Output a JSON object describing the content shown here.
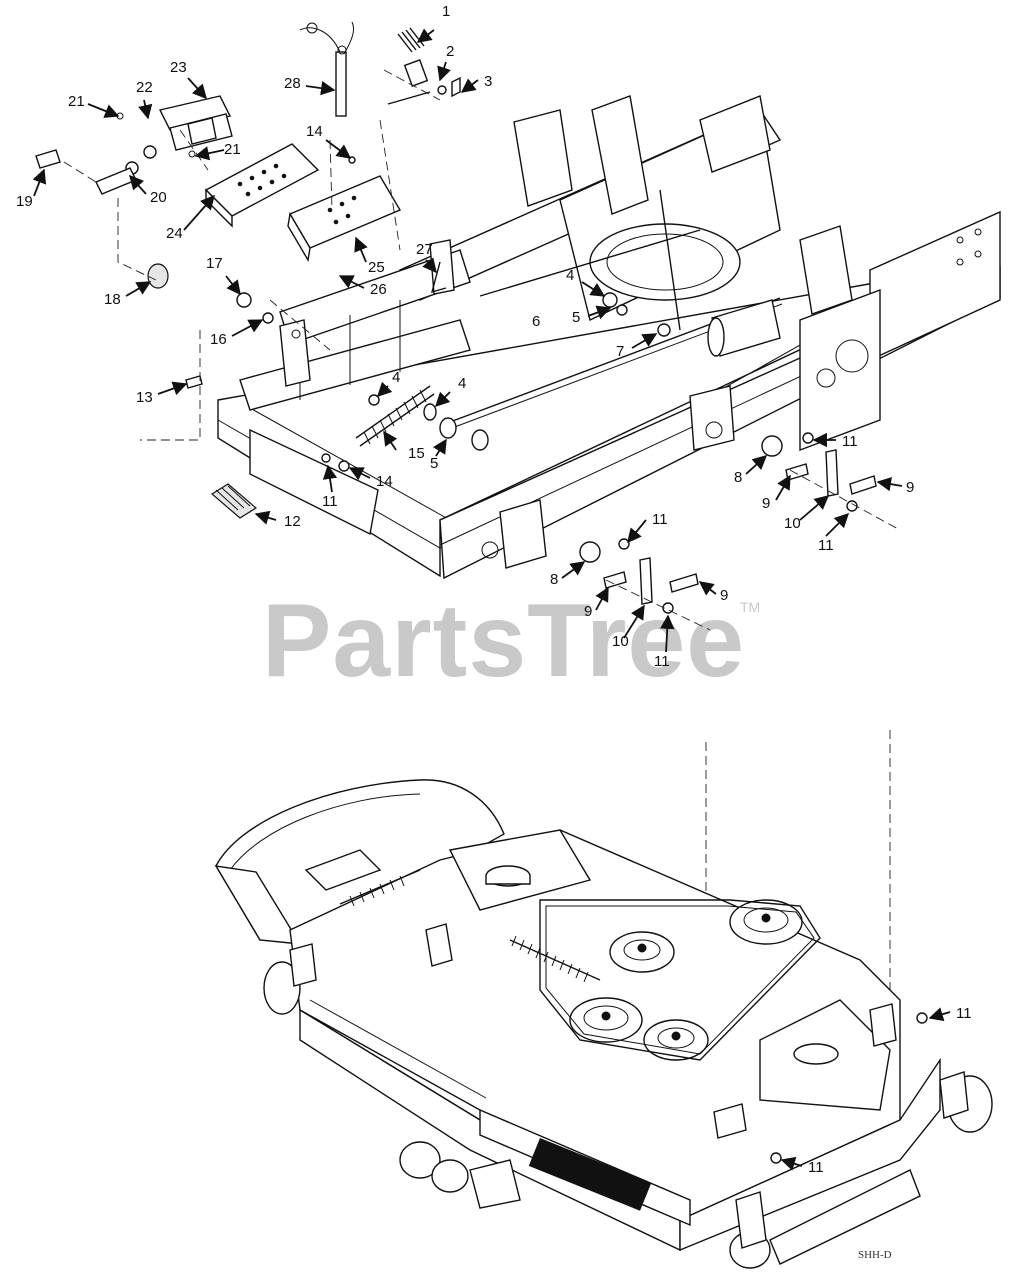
{
  "watermark": {
    "brand": "PartsTree",
    "trademark": "TM"
  },
  "diagram_code": "SHH-D",
  "callouts": [
    {
      "label": "1"
    },
    {
      "label": "2"
    },
    {
      "label": "3"
    },
    {
      "label": "4"
    },
    {
      "label": "4"
    },
    {
      "label": "4"
    },
    {
      "label": "5"
    },
    {
      "label": "5"
    },
    {
      "label": "6"
    },
    {
      "label": "7"
    },
    {
      "label": "8"
    },
    {
      "label": "8"
    },
    {
      "label": "9"
    },
    {
      "label": "9"
    },
    {
      "label": "9"
    },
    {
      "label": "9"
    },
    {
      "label": "10"
    },
    {
      "label": "10"
    },
    {
      "label": "11"
    },
    {
      "label": "11"
    },
    {
      "label": "11"
    },
    {
      "label": "11"
    },
    {
      "label": "11"
    },
    {
      "label": "11"
    },
    {
      "label": "11"
    },
    {
      "label": "12"
    },
    {
      "label": "13"
    },
    {
      "label": "14"
    },
    {
      "label": "14"
    },
    {
      "label": "15"
    },
    {
      "label": "16"
    },
    {
      "label": "17"
    },
    {
      "label": "18"
    },
    {
      "label": "19"
    },
    {
      "label": "20"
    },
    {
      "label": "21"
    },
    {
      "label": "21"
    },
    {
      "label": "22"
    },
    {
      "label": "23"
    },
    {
      "label": "24"
    },
    {
      "label": "25"
    },
    {
      "label": "26"
    },
    {
      "label": "27"
    },
    {
      "label": "28"
    }
  ]
}
